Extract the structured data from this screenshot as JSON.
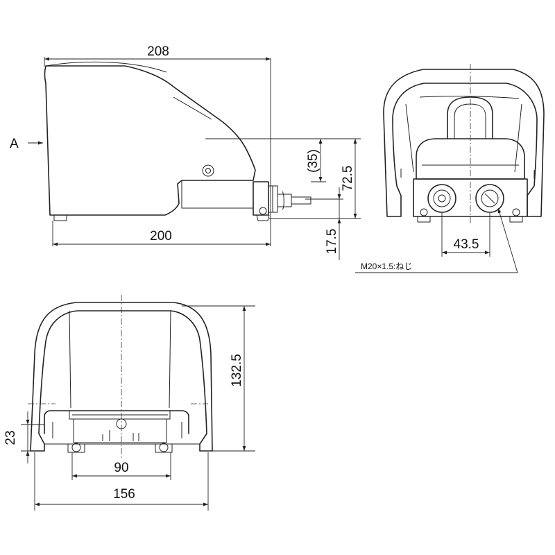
{
  "side_view": {
    "width_top": "208",
    "width_bottom": "200",
    "arrow_label": "A",
    "height_total": "72.5",
    "height_mid": "(35)",
    "height_low": "17.5"
  },
  "rear_view": {
    "port_spacing": "43.5",
    "thread_note": "M20×1.5:ねじ"
  },
  "front_view": {
    "height": "132.5",
    "base_height": "23",
    "hole_spacing": "90",
    "width": "156"
  }
}
